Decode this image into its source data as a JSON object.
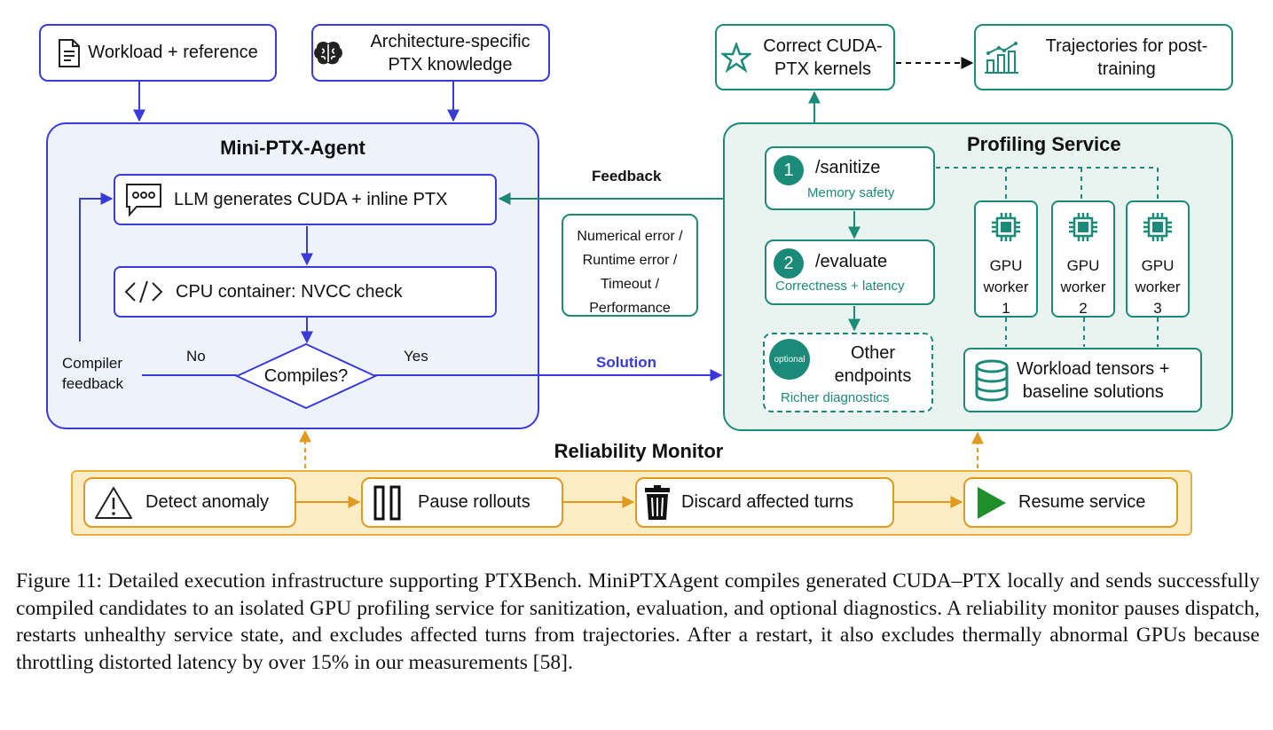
{
  "inputs": {
    "workload": "Workload + reference",
    "ptx_knowledge": "Architecture-specific PTX knowledge"
  },
  "agent": {
    "title": "Mini-PTX-Agent",
    "llm": "LLM generates CUDA + inline PTX",
    "cpu": "CPU container: NVCC check",
    "compiles": "Compiles?",
    "no": "No",
    "yes": "Yes",
    "compiler_feedback_line1": "Compiler",
    "compiler_feedback_line2": "feedback"
  },
  "middle": {
    "feedback": "Feedback",
    "solution": "Solution",
    "errors": [
      "Numerical error /",
      "Runtime error /",
      "Timeout /",
      "Performance"
    ]
  },
  "outputs": {
    "kernels": "Correct CUDA-PTX kernels",
    "trajectories": "Trajectories for post-training"
  },
  "profiling": {
    "title": "Profiling Service",
    "sanitize": {
      "num": "1",
      "label": "/sanitize",
      "sub": "Memory safety"
    },
    "evaluate": {
      "num": "2",
      "label": "/evaluate",
      "sub": "Correctness + latency"
    },
    "other": {
      "tag": "optional",
      "label_line1": "Other",
      "label_line2": "endpoints",
      "sub": "Richer diagnostics"
    },
    "workers": [
      {
        "line1": "GPU",
        "line2": "worker",
        "num": "1"
      },
      {
        "line1": "GPU",
        "line2": "worker",
        "num": "2"
      },
      {
        "line1": "GPU",
        "line2": "worker",
        "num": "3"
      }
    ],
    "tensors_line1": "Workload tensors +",
    "tensors_line2": "baseline solutions"
  },
  "monitor": {
    "title": "Reliability Monitor",
    "steps": [
      "Detect anomaly",
      "Pause rollouts",
      "Discard affected turns",
      "Resume service"
    ]
  },
  "colors": {
    "blue": "#3a3ad8",
    "teal": "#1b8a78",
    "orange": "#e09a20",
    "monitor_bg": "#fcedc6"
  },
  "caption": "Figure 11: Detailed execution infrastructure supporting PTXBench. MiniPTXAgent compiles generated CUDA–PTX locally and sends successfully compiled candidates to an isolated GPU profiling service for sanitization, evaluation, and optional diagnostics. A reliability monitor pauses dispatch, restarts unhealthy service state, and excludes affected turns from trajectories. After a restart, it also excludes thermally abnormal GPUs because throttling distorted latency by over 15% in our measurements [58]."
}
